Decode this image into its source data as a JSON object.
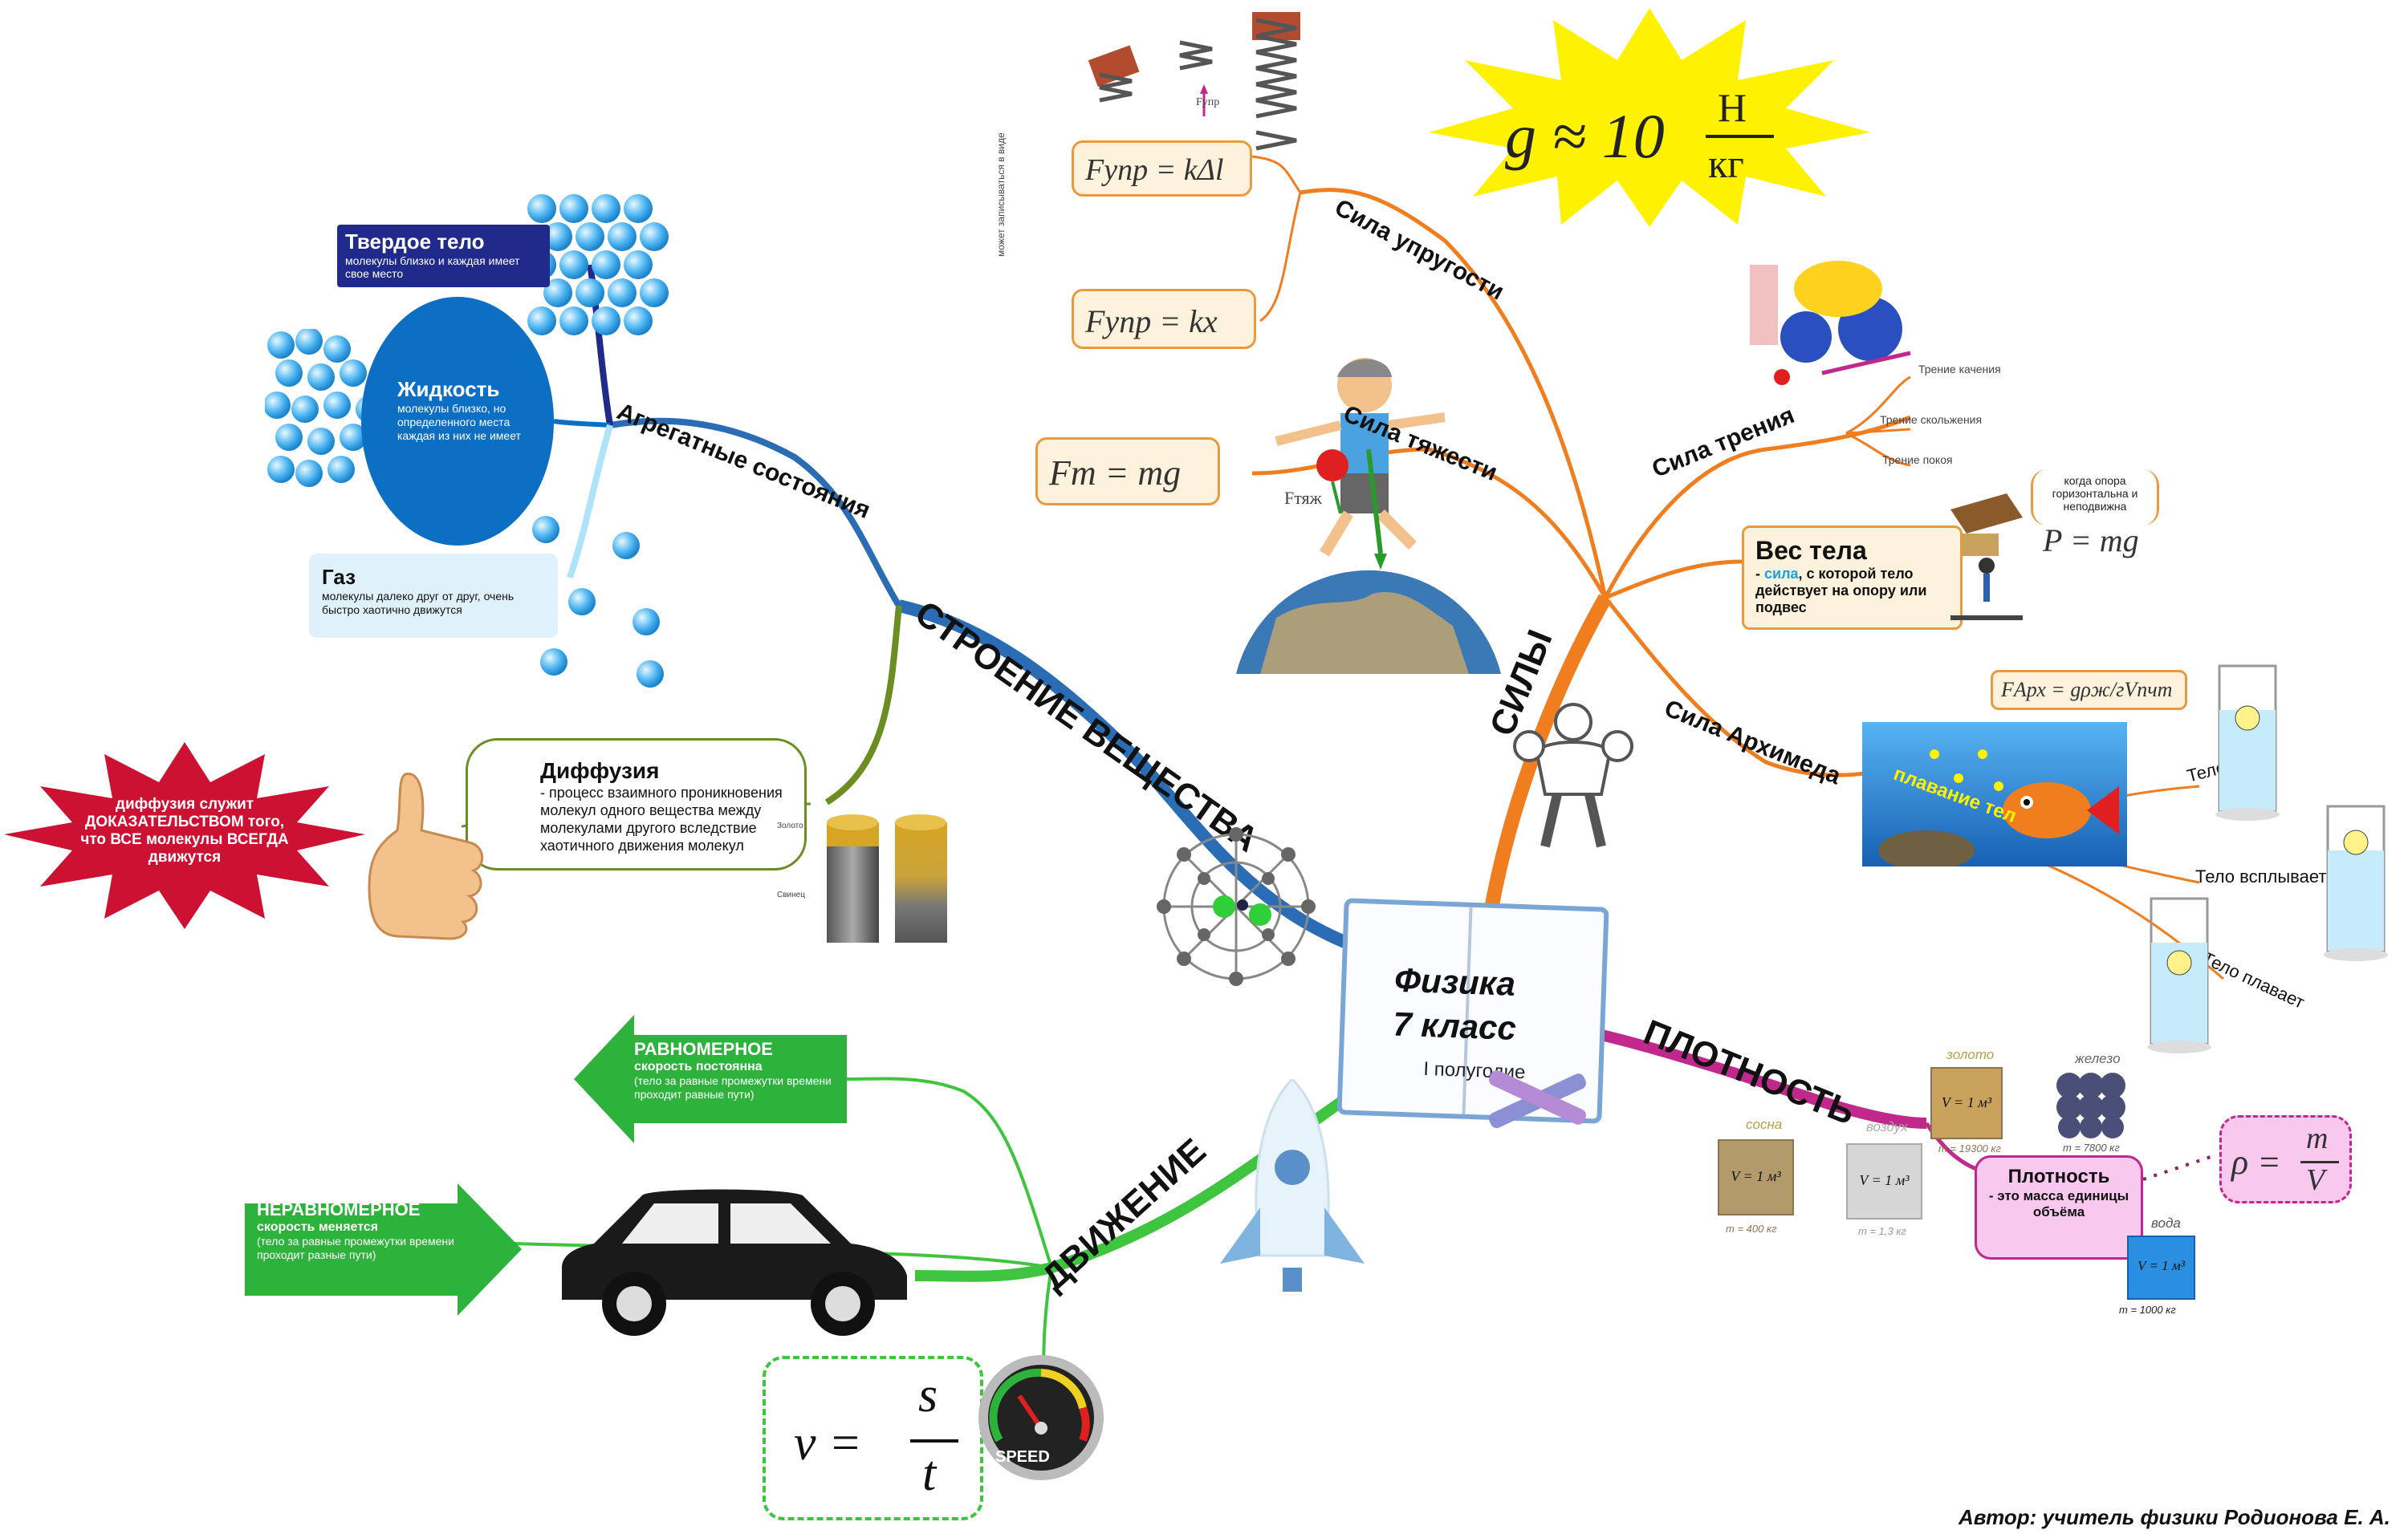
{
  "center": {
    "title_line1": "Физика",
    "title_line2": "7 класс",
    "subtitle": "I полугодие"
  },
  "branches": {
    "structure": "СТРОЕНИЕ ВЕЩЕСТВА",
    "forces": "СИЛЫ",
    "density": "ПЛОТНОСТЬ",
    "motion": "ДВИЖЕНИЕ"
  },
  "structure": {
    "aggregate_label": "Агрегатные состояния",
    "solid": {
      "title": "Твердое тело",
      "text": "молекулы близко и каждая имеет свое место"
    },
    "liquid": {
      "title": "Жидкость",
      "text": "молекулы близко, но определенного места каждая из них не имеет"
    },
    "gas": {
      "title": "Газ",
      "text": "молекулы далеко друг от друг, очень быстро хаотично движутся"
    },
    "diffusion": {
      "title": "Диффузия",
      "text": "- процесс взаимного проникновения молекул одного вещества между молекулами другого вследствие хаотичного движения молекул"
    },
    "diffusion_star": "диффузия служит ДОКАЗАТЕЛЬСТВОМ того, что ВСЕ молекулы ВСЕГДА движутся",
    "gold_label": "Золото",
    "lead_label": "Свинец"
  },
  "forces": {
    "g_formula": {
      "lhs": "g ≈ 10",
      "num": "Н",
      "den": "кг"
    },
    "elastic": {
      "label": "Сила упругости",
      "formula1": "Fупр = kΔl",
      "formula2": "Fупр = kx",
      "note": "может записываться в виде",
      "f_label": "Fупр"
    },
    "gravity": {
      "label": "Сила тяжести",
      "formula": "Fт = mg",
      "f_label": "Fтяж"
    },
    "friction": {
      "label": "Сила трения",
      "types": [
        "Трение качения",
        "Трение скольжения",
        "Трение покоя"
      ]
    },
    "weight": {
      "title": "Вес тела",
      "text_pre": "- ",
      "text_highlight": "сила",
      "text_post": ", с которой тело действует на опору или подвес",
      "formula": "P = mg",
      "condition": "когда опора горизонтальна и неподвижна"
    },
    "archimedes": {
      "label": "Сила Архимеда",
      "formula": "FАрх = gρж/гVпчт",
      "swim_text": "плавание тел",
      "cases": [
        "Тело тонет",
        "Тело всплывает",
        "Тело плавает"
      ]
    }
  },
  "density": {
    "box_title": "Плотность",
    "box_text": "- это масса единицы объёма",
    "formula_lhs": "ρ =",
    "formula_num": "m",
    "formula_den": "V",
    "cube_label": "V = 1 м³",
    "materials": [
      {
        "name": "сосна",
        "mass": "m = 400 кг"
      },
      {
        "name": "воздух",
        "mass": "m = 1,3 кг"
      },
      {
        "name": "золото",
        "mass": "m = 19300 кг"
      },
      {
        "name": "железо",
        "mass": "m = 7800 кг"
      },
      {
        "name": "вода",
        "mass": "m = 1000 кг"
      }
    ]
  },
  "motion": {
    "uniform": {
      "title": "РАВНОМЕРНОЕ",
      "subtitle": "скорость постоянна",
      "text": "(тело за равные промежутки времени проходит равные пути)"
    },
    "nonuniform": {
      "title": "НЕРАВНОМЕРНОЕ",
      "subtitle": "скорость меняется",
      "text": "(тело за равные промежутки времени проходит разные пути)"
    },
    "formula_lhs": "v =",
    "formula_num": "s",
    "formula_den": "t",
    "speed_label": "SPEED"
  },
  "author": "Автор: учитель физики Родионова Е. А.",
  "colors": {
    "structure": "#2a6db5",
    "structure_green": "#6b8e23",
    "forces": "#e5762a",
    "density": "#c0288c",
    "motion": "#3ec43e",
    "solid_box": "#1f2a8a",
    "liquid": "#0c6fc4",
    "gas_box": "#dff1fb",
    "star_red": "#cc1133",
    "star_yellow": "#fff200",
    "formula_bg": "#fdf2dc",
    "formula_border": "#e99a3e",
    "density_box": "#f8c8ef",
    "motion_arrow": "#2db33c"
  }
}
